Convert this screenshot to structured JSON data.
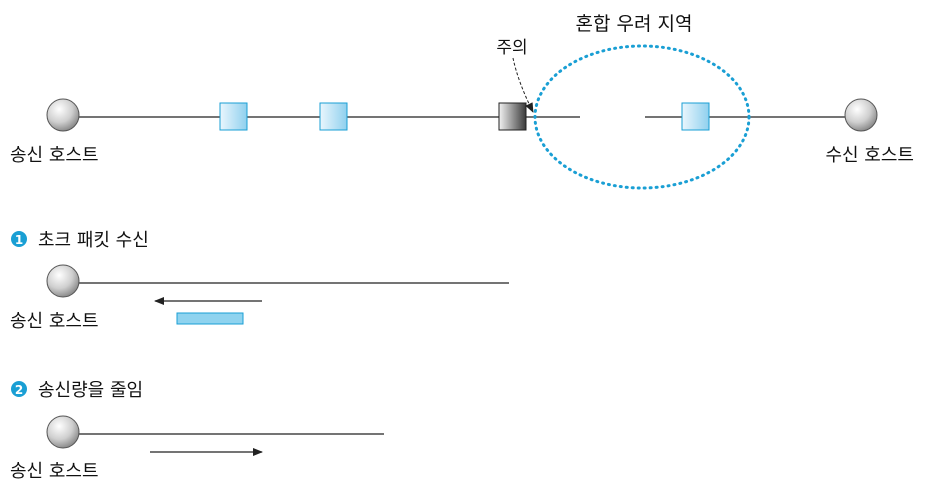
{
  "top": {
    "congestion_label": "혼합 우려 지역",
    "warning_label": "주의",
    "sender_label": "송신 호스트",
    "receiver_label": "수신 호스트"
  },
  "step1": {
    "number": "1",
    "title": "초크 패킷 수신",
    "sender_label": "송신 호스트"
  },
  "step2": {
    "number": "2",
    "title": "송신량을 줄임",
    "sender_label": "송신 호스트"
  },
  "colors": {
    "packet_fill_light": "#eaf6fd",
    "packet_fill_dark": "#8fd0ee",
    "packet_stroke": "#1a9fd4",
    "choke_packet_fill": "#8fd3ef",
    "congestion_outline": "#1a9fd4",
    "step_badge": "#1a9fd4",
    "line": "#222222"
  }
}
